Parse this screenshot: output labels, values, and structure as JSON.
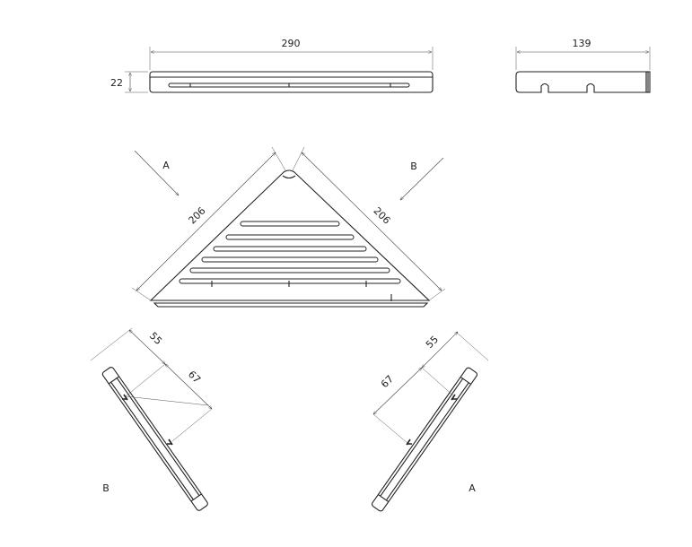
{
  "dimensions": {
    "top_length": "290",
    "top_height": "22",
    "side_length": "139",
    "plan_left_edge": "206",
    "plan_right_edge": "206",
    "sectionB_a": "55",
    "sectionB_b": "67",
    "sectionA_a": "55",
    "sectionA_b": "67"
  },
  "view_labels": {
    "arrow_a": "A",
    "arrow_b": "B",
    "section_b": "B",
    "section_a": "A"
  },
  "colors": {
    "line": "#222222",
    "background": "#ffffff"
  }
}
